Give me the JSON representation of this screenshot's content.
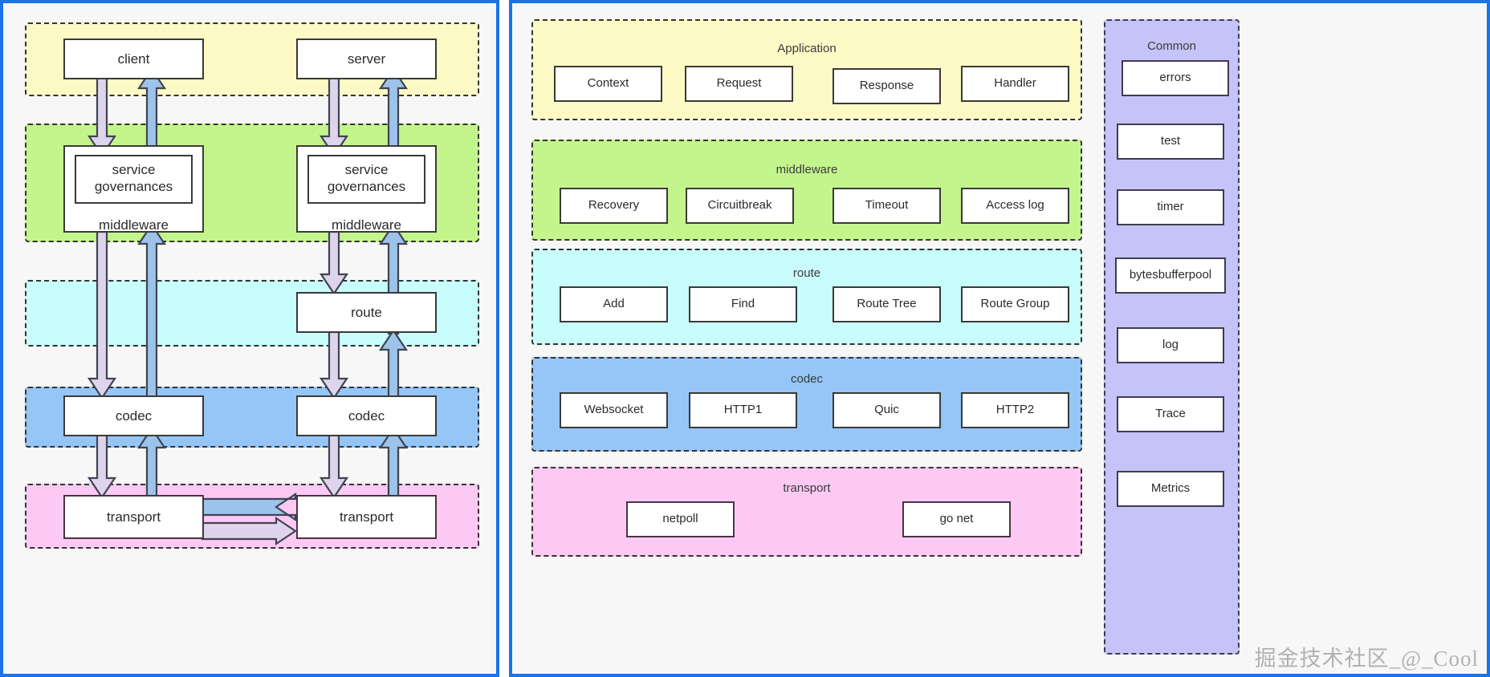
{
  "colors": {
    "frame": "#1a73e8",
    "panel_bg": "#f7f7f7",
    "band_border": "#333333",
    "node_border": "#3a3a38",
    "application_yellow": "#fdfac6",
    "middleware_green": "#c4f58d",
    "route_cyan": "#c9fcfc",
    "codec_blue": "#95c6f7",
    "transport_pink": "#fcc9f5",
    "common_purple": "#c5c3f7",
    "arrow_down": "#ded4ec",
    "arrow_up": "#9dc3ea"
  },
  "watermark": "掘金技术社区_@_Cool",
  "left_panel": {
    "name": "runtime-call-flow",
    "bands": [
      {
        "key": "application",
        "title": "",
        "fill": "#fdfac6"
      },
      {
        "key": "governance",
        "title": "",
        "fill": "#c4f58d"
      },
      {
        "key": "route",
        "title": "",
        "fill": "#c9fcfc"
      },
      {
        "key": "codec",
        "title": "",
        "fill": "#95c6f7"
      },
      {
        "key": "transport",
        "title": "",
        "fill": "#fcc9f5"
      }
    ],
    "nodes": {
      "client": "client",
      "server": "server",
      "client_governance": "service governances",
      "client_middleware": "middleware",
      "server_governance": "service governances",
      "server_middleware": "middleware",
      "route": "route",
      "client_codec": "codec",
      "server_codec": "codec",
      "client_transport": "transport",
      "server_transport": "transport"
    }
  },
  "right_panel": {
    "name": "module-breakdown",
    "layers": [
      {
        "key": "application",
        "title": "Application",
        "fill": "#fdfac6",
        "items": [
          "Context",
          "Request",
          "Response",
          "Handler"
        ]
      },
      {
        "key": "middleware",
        "title": "middleware",
        "fill": "#c4f58d",
        "items": [
          "Recovery",
          "Circuitbreak",
          "Timeout",
          "Access log"
        ]
      },
      {
        "key": "route",
        "title": "route",
        "fill": "#c9fcfc",
        "items": [
          "Add",
          "Find",
          "Route Tree",
          "Route Group"
        ]
      },
      {
        "key": "codec",
        "title": "codec",
        "fill": "#95c6f7",
        "items": [
          "Websocket",
          "HTTP1",
          "Quic",
          "HTTP2"
        ]
      },
      {
        "key": "transport",
        "title": "transport",
        "fill": "#fcc9f5",
        "items": [
          "netpoll",
          "go net"
        ]
      }
    ],
    "common": {
      "title": "Common",
      "fill": "#c5c3f7",
      "items": [
        "errors",
        "test",
        "timer",
        "bytesbufferpool",
        "log",
        "Trace",
        "Metrics"
      ]
    }
  }
}
